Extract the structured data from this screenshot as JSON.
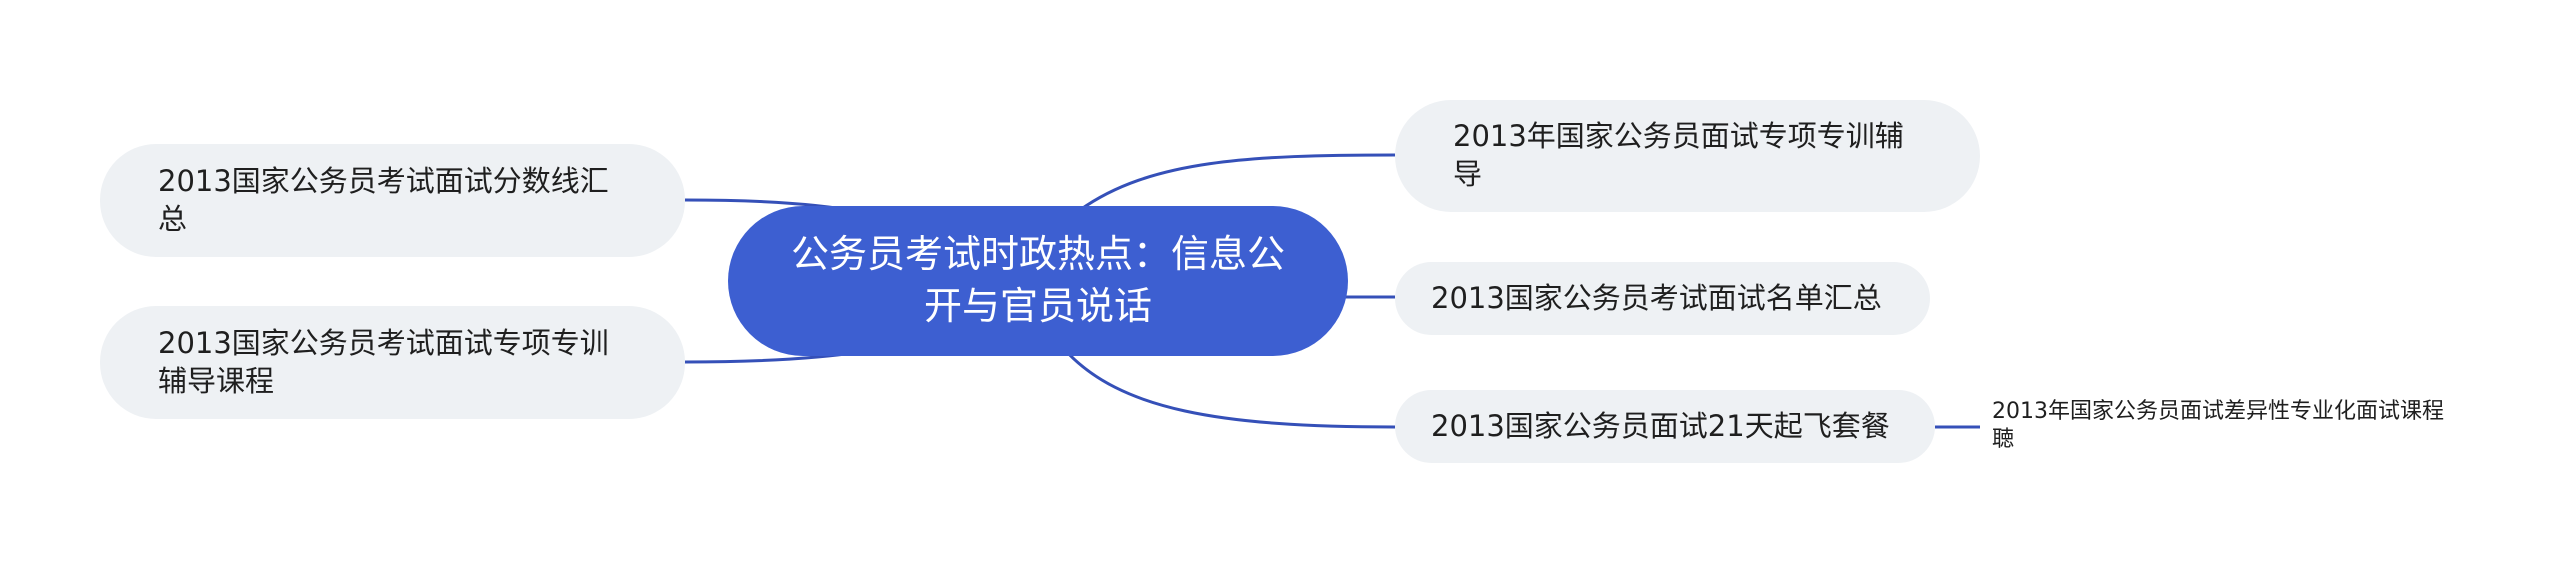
{
  "mindmap": {
    "root": {
      "label": "公务员考试时政热点：信息公开与官员说话"
    },
    "left_branches": [
      {
        "label": "2013国家公务员考试面试分数线汇总"
      },
      {
        "label": "2013国家公务员考试面试专项专训辅导课程"
      }
    ],
    "right_branches": [
      {
        "label": "2013年国家公务员面试专项专训辅导"
      },
      {
        "label": "2013国家公务员考试面试名单汇总"
      },
      {
        "label": "2013国家公务员面试21天起飞套餐"
      }
    ],
    "sub_branches": [
      {
        "label": "2013年国家公务员面试差异性专业化面试课程聴"
      }
    ]
  },
  "colors": {
    "root_fill": "#3d5fd1",
    "root_text": "#ffffff",
    "branch_fill": "#eef1f4",
    "line": "#3550b8",
    "text": "#1f1f1f"
  }
}
